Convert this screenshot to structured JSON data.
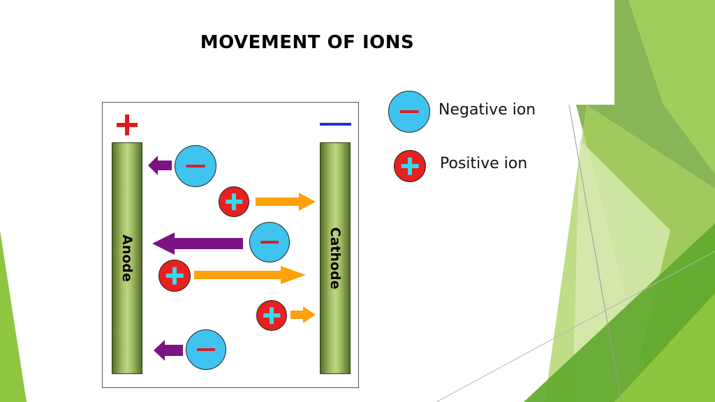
{
  "title": "MOVEMENT OF IONS",
  "diagram": {
    "anode_label": "Anode",
    "cathode_label": "Cathode",
    "anode_sign": "+",
    "cathode_sign": "—"
  },
  "legend": {
    "negative_label": "Negative ion",
    "positive_label": "Positive ion"
  },
  "colors": {
    "negative_ion": "#3fc4ef",
    "positive_ion": "#ea1f1f",
    "arrow_to_anode": "#7b1382",
    "arrow_to_cathode": "#ffa10a",
    "electrode": "#a8c26a",
    "theme_green": "#7cb62e"
  }
}
